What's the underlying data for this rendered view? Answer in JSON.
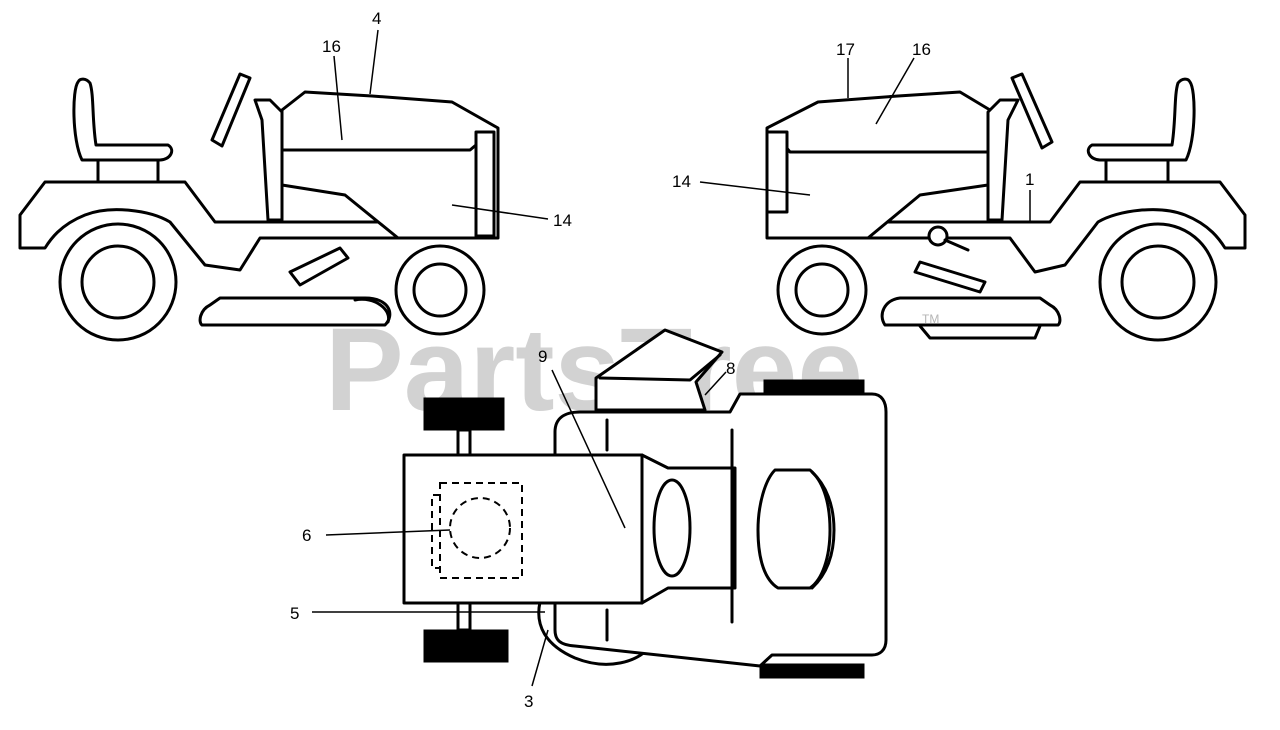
{
  "watermark": {
    "text": "PartsTree",
    "trademark": "TM"
  },
  "callouts": {
    "left_view": [
      "4",
      "16",
      "14"
    ],
    "right_view": [
      "17",
      "16",
      "14",
      "1"
    ],
    "top_view": [
      "9",
      "8",
      "6",
      "5",
      "3"
    ]
  },
  "colors": {
    "line": "#000000",
    "background": "#ffffff",
    "watermark": "#c4c4c4"
  }
}
